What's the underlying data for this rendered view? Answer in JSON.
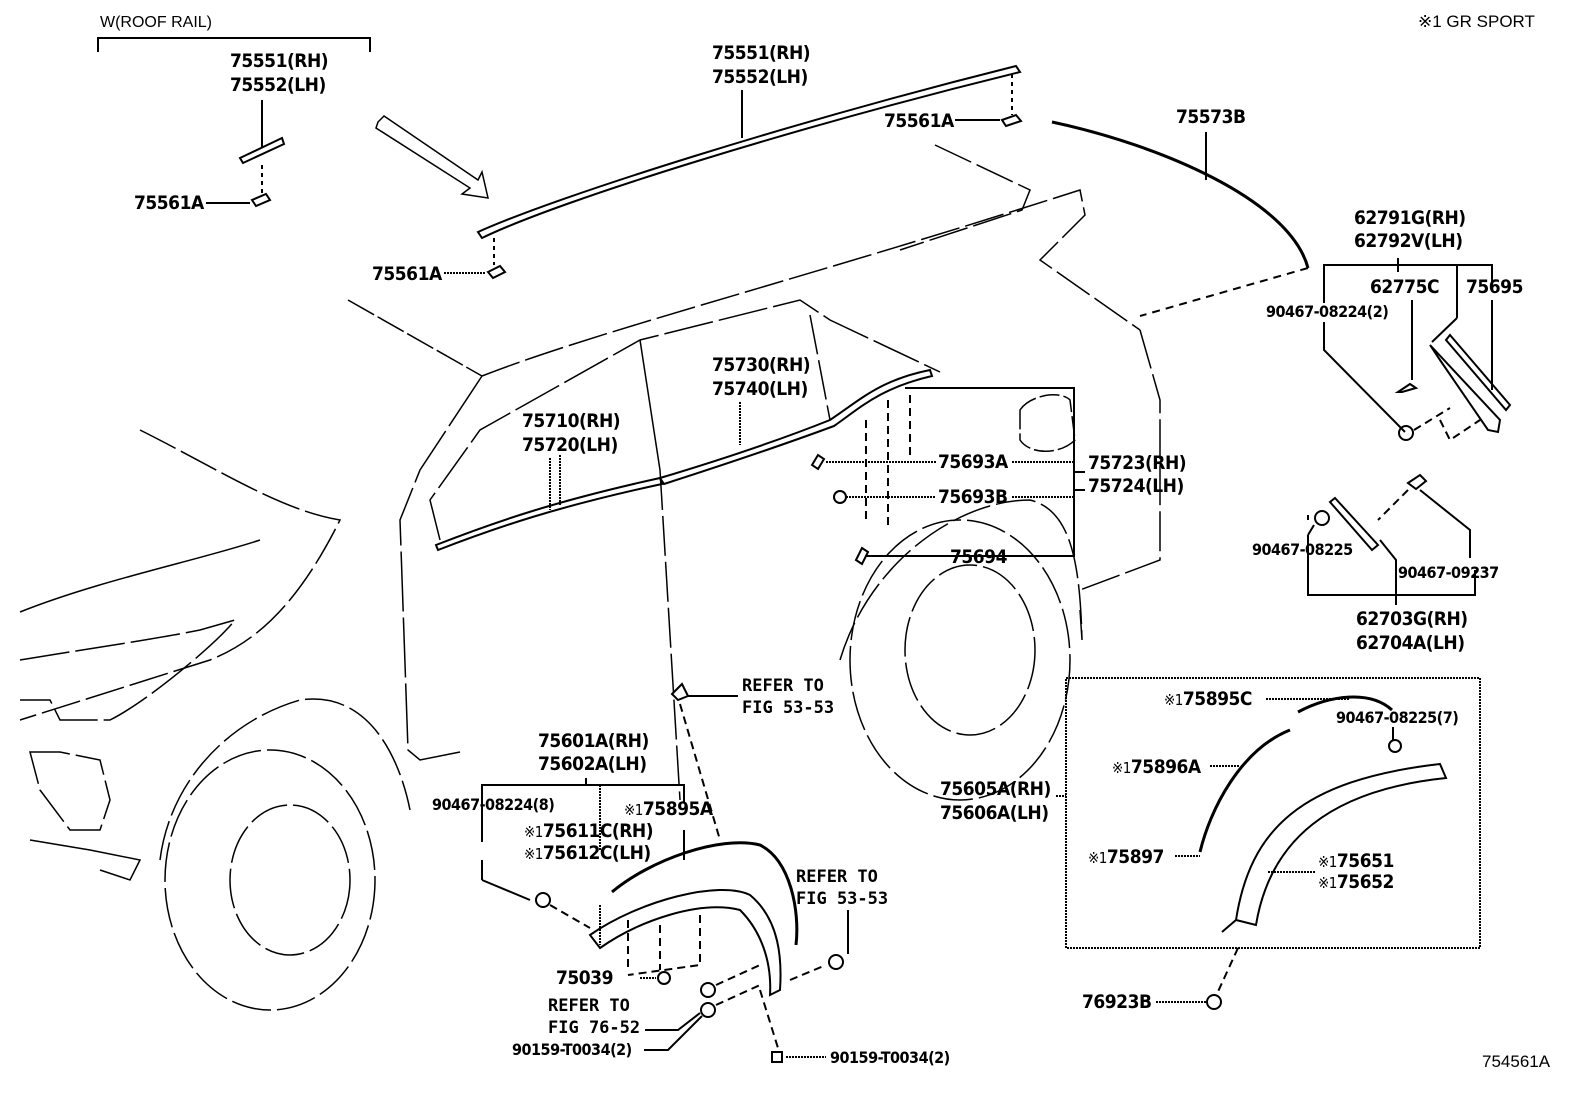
{
  "header": {
    "group_label": "W(ROOF RAIL)",
    "note": "※1 GR SPORT",
    "figure_id": "754561A"
  },
  "parts": {
    "roof_rail_inset_rh": "75551(RH)",
    "roof_rail_inset_lh": "75552(LH)",
    "roof_rail_inset_clip": "75561A",
    "roof_rail_rh": "75551(RH)",
    "roof_rail_lh": "75552(LH)",
    "roof_clip_front": "75561A",
    "roof_clip_rear": "75561A",
    "rear_moulding": "75573B",
    "spoiler_rh": "62791G(RH)",
    "spoiler_lh": "62792V(LH)",
    "spoiler_sub": "62775C",
    "spoiler_pad": "75695",
    "spoiler_clip": "90467-08224(2)",
    "rear_garnish_rh": "62703G(RH)",
    "rear_garnish_lh": "62704A(LH)",
    "rear_garnish_clip_a": "90467-08225",
    "rear_garnish_clip_b": "90467-09237",
    "front_belt_rh": "75710(RH)",
    "front_belt_lh": "75720(LH)",
    "rear_belt_rh": "75730(RH)",
    "rear_belt_lh": "75740(LH)",
    "quarter_rh": "75723(RH)",
    "quarter_lh": "75724(LH)",
    "clip_a": "75693A",
    "clip_b": "75693B",
    "clip_c": "75694",
    "front_flare_rh": "75601A(RH)",
    "front_flare_lh": "75602A(LH)",
    "front_flare_clip": "90467-08224(8)",
    "front_flare_sub_a": "75895A",
    "front_flare_sub_rh": "75611C(RH)",
    "front_flare_sub_lh": "75612C(LH)",
    "front_flare_retainer": "75039",
    "screw_a": "90159-T0034(2)",
    "screw_b": "90159-T0034(2)",
    "rear_flare_rh": "75605A(RH)",
    "rear_flare_lh": "75606A(LH)",
    "rear_flare_sub_c": "75895C",
    "rear_flare_sub_a": "75896A",
    "rear_flare_sub_end": "75897",
    "rear_flare_clip": "90467-08225(7)",
    "rear_flare_garnish_a": "75651",
    "rear_flare_garnish_b": "75652",
    "rear_flare_bottom_clip": "76923B"
  },
  "gr_mark": "※1",
  "references": {
    "refer_a_line1": "REFER TO",
    "refer_a_line2": "FIG 53-53",
    "refer_b_line1": "REFER TO",
    "refer_b_line2": "FIG 53-53",
    "refer_c_line1": "REFER TO",
    "refer_c_line2": "FIG 76-52"
  }
}
